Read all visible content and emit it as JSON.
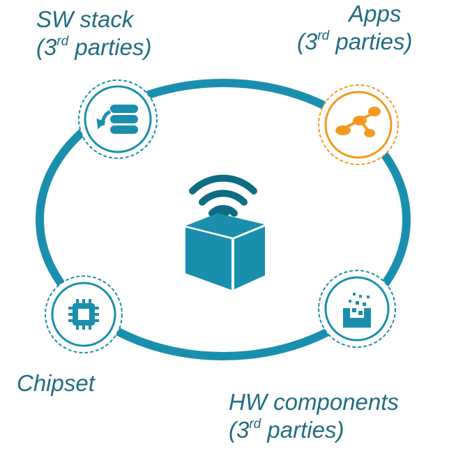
{
  "colors": {
    "primary": "#1a8fad",
    "dark": "#0e6d80",
    "accent": "#f39a1e",
    "text": "#1f6d80"
  },
  "labels": {
    "sw_stack": {
      "line1": "SW stack",
      "line2_pre": "(3",
      "line2_sup": "rd",
      "line2_post": " parties)"
    },
    "apps": {
      "line1": "Apps",
      "line2_pre": "(3",
      "line2_sup": "rd",
      "line2_post": " parties)"
    },
    "chipset": {
      "line1": "Chipset"
    },
    "hw_components": {
      "line1": "HW components",
      "line2_pre": "(3",
      "line2_sup": "rd",
      "line2_post": " parties)"
    }
  },
  "nodes": [
    {
      "id": "sw-stack",
      "icon": "database-refresh-icon",
      "highlight": false
    },
    {
      "id": "apps",
      "icon": "cloud-network-icon",
      "highlight": true
    },
    {
      "id": "chipset",
      "icon": "chip-icon",
      "highlight": false
    },
    {
      "id": "hw-components",
      "icon": "hw-components-icon",
      "highlight": false
    }
  ],
  "center": {
    "icon": "iot-device-icon"
  }
}
